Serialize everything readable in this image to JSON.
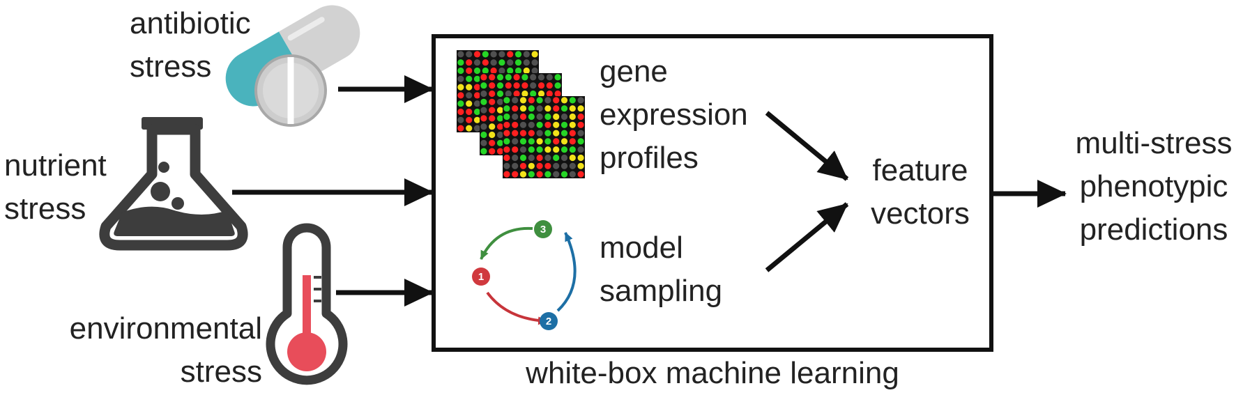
{
  "inputs": {
    "antibiotic": {
      "line1": "antibiotic",
      "line2": "stress",
      "icon": "pill-capsule-icon"
    },
    "nutrient": {
      "line1": "nutrient",
      "line2": "stress",
      "icon": "flask-icon"
    },
    "environmental": {
      "line1": "environmental",
      "line2": "stress",
      "icon": "thermometer-icon"
    }
  },
  "box": {
    "caption": "white-box machine learning",
    "gene": {
      "line1": "gene",
      "line2": "expression",
      "line3": "profiles",
      "icon": "microarray-icon"
    },
    "model": {
      "line1": "model",
      "line2": "sampling",
      "icon": "sampling-cycle-icon",
      "steps": [
        "1",
        "2",
        "3"
      ],
      "step_colors": [
        "#d0393e",
        "#1d6fa5",
        "#3f8f3f"
      ]
    },
    "feature": {
      "line1": "feature",
      "line2": "vectors"
    }
  },
  "output": {
    "line1": "multi-stress",
    "line2": "phenotypic",
    "line3": "predictions"
  },
  "colors": {
    "capsule_teal": "#4ab3bd",
    "pill_gray": "#cccccc",
    "icon_dark": "#3d3d3d",
    "thermo_red": "#e84d5a"
  }
}
